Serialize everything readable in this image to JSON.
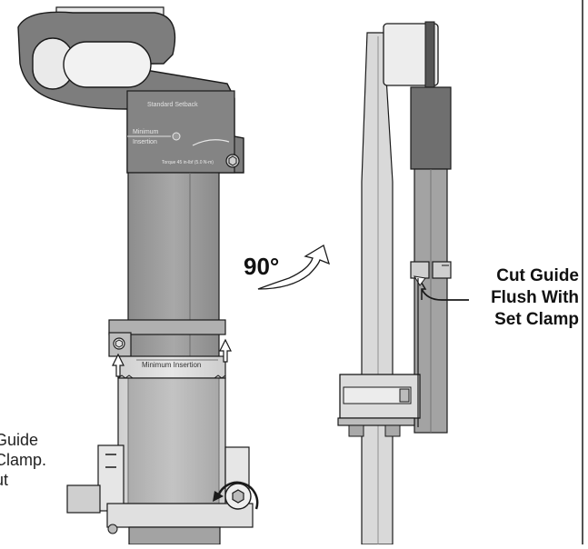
{
  "labels": {
    "standard_setback": "Standard Setback",
    "minimum_insertion_head_line1": "Minimum",
    "minimum_insertion_head_line2": "Insertion",
    "torque": "Torque 45 in-lbf (5.0 N-m)",
    "minimum_insertion_shaft": "Minimum Insertion",
    "angle": "90°",
    "cut_guide_lines": [
      "Cut Guide",
      "Flush With",
      "Set Clamp"
    ],
    "left_partial_lines": [
      "Guide",
      "Clamp.",
      "ut"
    ]
  },
  "colors": {
    "dark_gray": "#7b7b7b",
    "mid_gray": "#9a9a9a",
    "light_gray": "#d6d6d6",
    "outline": "#1a1a1a"
  },
  "icons": [
    "rotate-arrow-icon",
    "curved-arrow-icon",
    "up-arrow-icon",
    "bolt-icon"
  ]
}
